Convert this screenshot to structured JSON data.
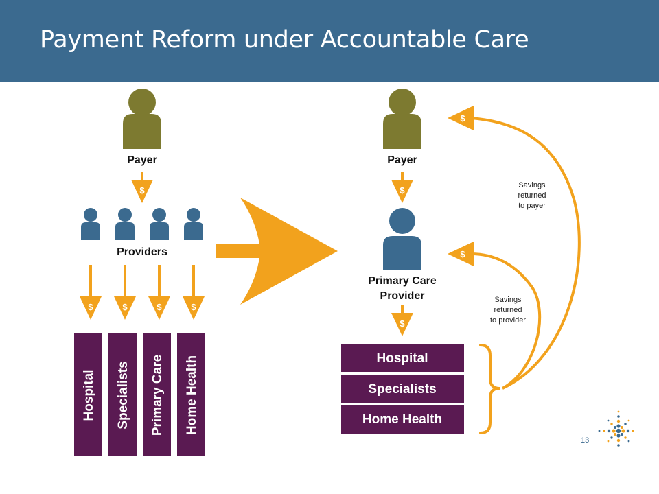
{
  "title": "Payment Reform under Accountable Care",
  "left": {
    "payer_label": "Payer",
    "providers_label": "Providers",
    "coin_symbol": "$",
    "columns": [
      "Hospital",
      "Specialists",
      "Primary Care",
      "Home Health"
    ]
  },
  "right": {
    "payer_label": "Payer",
    "pcp_label_line1": "Primary Care",
    "pcp_label_line2": "Provider",
    "coin_symbol": "$",
    "boxes": [
      "Hospital",
      "Specialists",
      "Home Health"
    ],
    "savings_payer": [
      "Savings",
      "returned",
      "to payer"
    ],
    "savings_provider": [
      "Savings",
      "returned",
      "to provider"
    ]
  },
  "page_number": "13",
  "colors": {
    "header": "#3b6a8f",
    "olive": "#7d7a30",
    "blue": "#3b6a8f",
    "orange": "#f2a21d",
    "purple": "#5a1a52"
  },
  "icons": [
    "person-icon",
    "arrow-icon",
    "brace-icon",
    "logo-icon"
  ]
}
